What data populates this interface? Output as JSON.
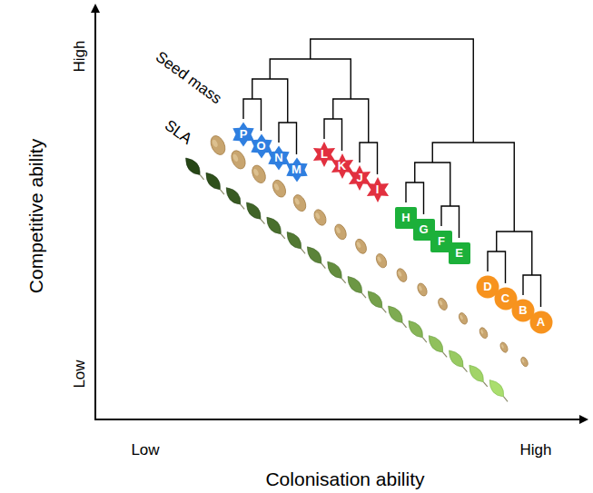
{
  "diagram": {
    "nodes": [
      {
        "text": [
          "P"
        ]
      },
      {
        "text": [
          "O"
        ]
      },
      {
        "text": [
          "N"
        ]
      },
      {
        "text": [
          "M"
        ]
      },
      {
        "text": [
          "L"
        ]
      },
      {
        "text": [
          "K"
        ]
      },
      {
        "text": [
          "J"
        ]
      },
      {
        "text": [
          "I"
        ]
      },
      {
        "text": [
          "H"
        ]
      },
      {
        "text": [
          "G"
        ]
      },
      {
        "text": [
          "F"
        ]
      },
      {
        "text": [
          "E"
        ]
      },
      {
        "text": [
          "D"
        ]
      },
      {
        "text": [
          "C"
        ]
      },
      {
        "text": [
          "B"
        ]
      },
      {
        "text": [
          "A"
        ]
      }
    ],
    "labels": [
      "High",
      "Low",
      "Competitive ability",
      "Low",
      "High",
      "Colonisation ability",
      "Seed mass",
      "SLA"
    ]
  }
}
